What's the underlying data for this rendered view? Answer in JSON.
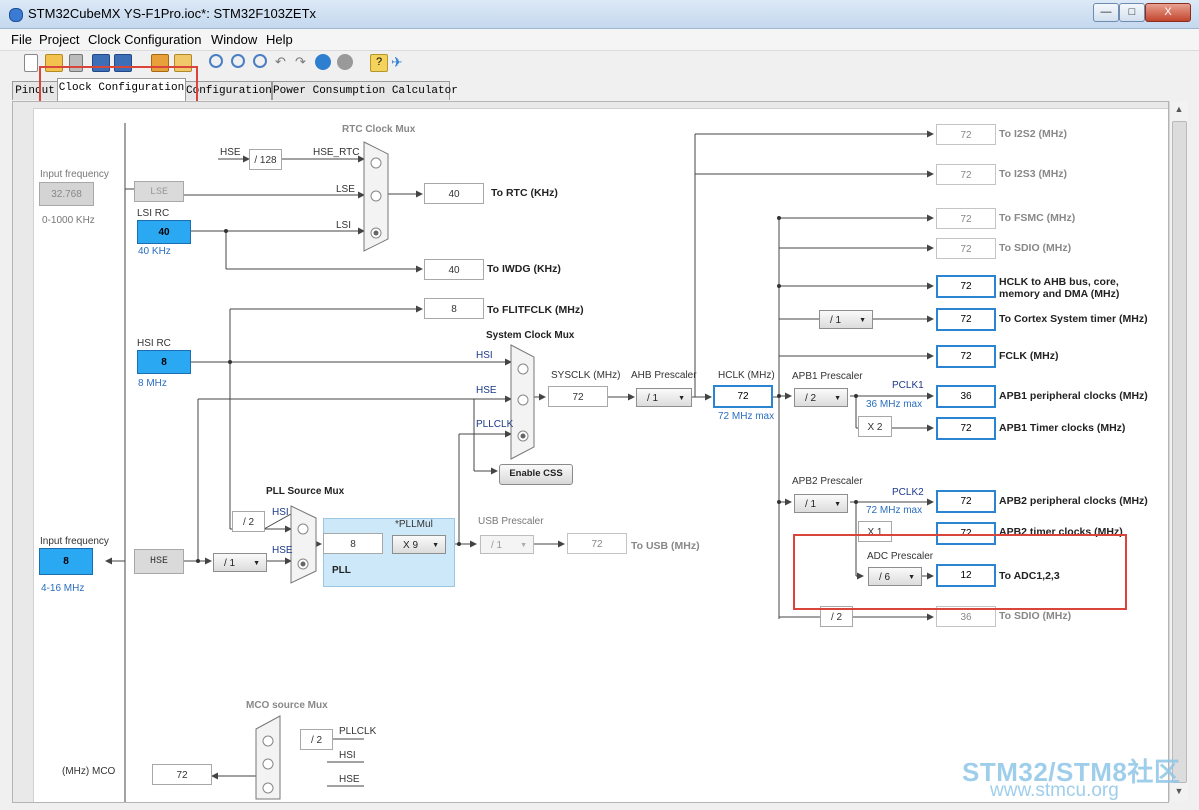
{
  "window": {
    "title": "STM32CubeMX YS-F1Pro.ioc*: STM32F103ZETx",
    "controls": {
      "minimize": "—",
      "maximize": "□",
      "close": "X"
    }
  },
  "menu": [
    "File",
    "Project",
    "Clock Configuration",
    "Window",
    "Help"
  ],
  "toolbar_icons": [
    "new-project-icon",
    "open-icon",
    "save-icon",
    "save-as-icon",
    "save-all-icon",
    "generate-icon",
    "report-icon",
    "zoom-in-icon",
    "zoom-out-icon",
    "zoom-fit-icon",
    "undo-icon",
    "redo-icon",
    "refresh-icon",
    "reset-icon",
    "help-icon",
    "about-icon"
  ],
  "tabs": [
    {
      "label": "Pinout",
      "active": false
    },
    {
      "label": "Clock Configuration",
      "active": true
    },
    {
      "label": "Configuration",
      "active": false
    },
    {
      "label": "Power Consumption Calculator",
      "active": false
    }
  ],
  "clock": {
    "rtc_mux_title": "RTC Clock Mux",
    "hse_label": "HSE",
    "hse_div128": "/ 128",
    "hse_rtc_label": "HSE_RTC",
    "lse_label": "LSE",
    "lsi_label": "LSI",
    "input_frequency_label": "Input frequency",
    "lse_input_value": "32.768",
    "lse_range": "0-1000 KHz",
    "lse_source_label": "LSE",
    "lsi_rc_label": "LSI RC",
    "lsi_value": "40",
    "lsi_freq": "40 KHz",
    "rtc_value": "40",
    "rtc_label": "To RTC (KHz)",
    "iwdg_value": "40",
    "iwdg_label": "To IWDG (KHz)",
    "flitfclk_value": "8",
    "flitfclk_label": "To FLITFCLK (MHz)",
    "hsi_rc_label": "HSI RC",
    "hsi_value": "8",
    "hsi_freq": "8 MHz",
    "sysmux_title": "System Clock Mux",
    "sysmux_hsi": "HSI",
    "sysmux_hse": "HSE",
    "sysmux_pllclk": "PLLCLK",
    "sysclk_label": "SYSCLK (MHz)",
    "sysclk_value": "72",
    "ahb_prescaler_label": "AHB Prescaler",
    "ahb_prescaler_value": "/ 1",
    "hclk_label": "HCLK (MHz)",
    "hclk_value": "72",
    "hclk_max": "72 MHz max",
    "enable_css": "Enable CSS",
    "pll_source_mux_title": "PLL Source Mux",
    "pll_hsi_div": "/ 2",
    "pll_hsi_label": "HSI",
    "pll_hse_label": "HSE",
    "pll_mul_title": "*PLLMul",
    "pll_input_value": "8",
    "pll_mul_value": "X 9",
    "pll_label": "PLL",
    "usb_prescaler_label": "USB Prescaler",
    "usb_prescaler_value": "/ 1",
    "usb_value": "72",
    "usb_label": "To USB (MHz)",
    "hse_input_label": "Input frequency",
    "hse_input_value": "8",
    "hse_range": "4-16 MHz",
    "hse_source_label": "HSE",
    "hse_prediv_value": "/ 1",
    "i2s2_value": "72",
    "i2s2_label": "To I2S2 (MHz)",
    "i2s3_value": "72",
    "i2s3_label": "To I2S3 (MHz)",
    "fsmc_value": "72",
    "fsmc_label": "To FSMC (MHz)",
    "sdio_value": "72",
    "sdio_label": "To SDIO (MHz)",
    "hclk_bus_value": "72",
    "hclk_bus_label_1": "HCLK to AHB bus, core,",
    "hclk_bus_label_2": "memory and DMA (MHz)",
    "cortex_div_value": "/ 1",
    "cortex_value": "72",
    "cortex_label": "To Cortex System timer (MHz)",
    "fclk_value": "72",
    "fclk_label": "FCLK (MHz)",
    "apb1_prescaler_label": "APB1 Prescaler",
    "apb1_prescaler_value": "/ 2",
    "pclk1_label": "PCLK1",
    "pclk1_max": "36 MHz max",
    "apb1_periph_value": "36",
    "apb1_periph_label": "APB1 peripheral clocks (MHz)",
    "apb1_timer_mul": "X 2",
    "apb1_timer_value": "72",
    "apb1_timer_label": "APB1 Timer clocks (MHz)",
    "apb2_prescaler_label": "APB2 Prescaler",
    "apb2_prescaler_value": "/ 1",
    "pclk2_label": "PCLK2",
    "pclk2_max": "72 MHz max",
    "apb2_periph_value": "72",
    "apb2_periph_label": "APB2 peripheral clocks (MHz)",
    "apb2_timer_mul": "X 1",
    "apb2_timer_value": "72",
    "apb2_timer_label": "APB2 timer clocks (MHz)",
    "adc_prescaler_label": "ADC Prescaler",
    "adc_prescaler_value": "/ 6",
    "adc_value": "12",
    "adc_label": "To ADC1,2,3",
    "sdio2_div": "/ 2",
    "sdio2_value": "36",
    "sdio2_label": "To SDIO (MHz)",
    "mco_mux_title": "MCO source Mux",
    "mco_pll_div": "/ 2",
    "mco_pllclk": "PLLCLK",
    "mco_hsi": "HSI",
    "mco_hse": "HSE",
    "mco_label": "(MHz) MCO",
    "mco_value": "72"
  },
  "watermark": {
    "line1": "STM32/STM8社区",
    "line2": "www.stmcu.org"
  },
  "colors": {
    "source_blue": "#2aa8f2",
    "active_border": "#2b84d2",
    "highlight_red": "#d9453a",
    "pll_panel": "#cde9f9"
  }
}
